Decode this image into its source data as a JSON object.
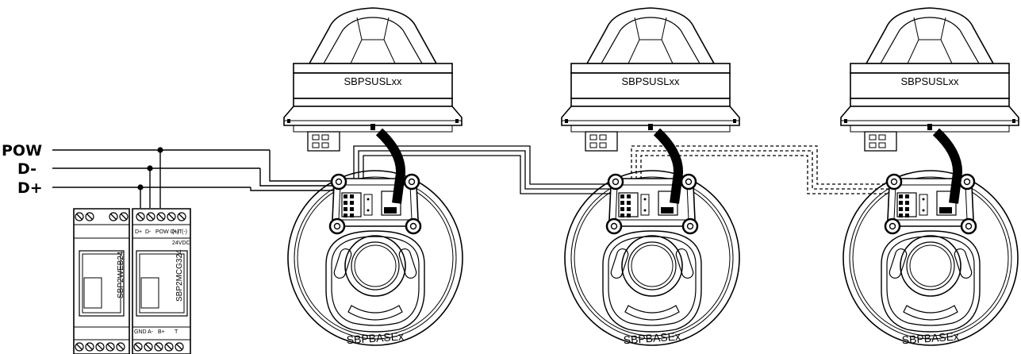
{
  "bus_labels": [
    "POW",
    "D-",
    "D+"
  ],
  "sensors": [
    {
      "head_label": "SBPSUSLxx",
      "base_label": "SBPBASEx"
    },
    {
      "head_label": "SBPSUSLxx",
      "base_label": "SBPBASEx"
    },
    {
      "head_label": "SBPSUSLxx",
      "base_label": "SBPBASEx"
    }
  ],
  "controller": {
    "module_left": "SBP2WEB24",
    "module_right": "SBP2MCG324",
    "top_terminals": [
      "D+",
      "D-",
      "POW OUT",
      "(+)",
      "(-)"
    ],
    "top_supply": "24VDC",
    "bottom_terminals": [
      "GND",
      "A-",
      "B+",
      "T"
    ]
  }
}
